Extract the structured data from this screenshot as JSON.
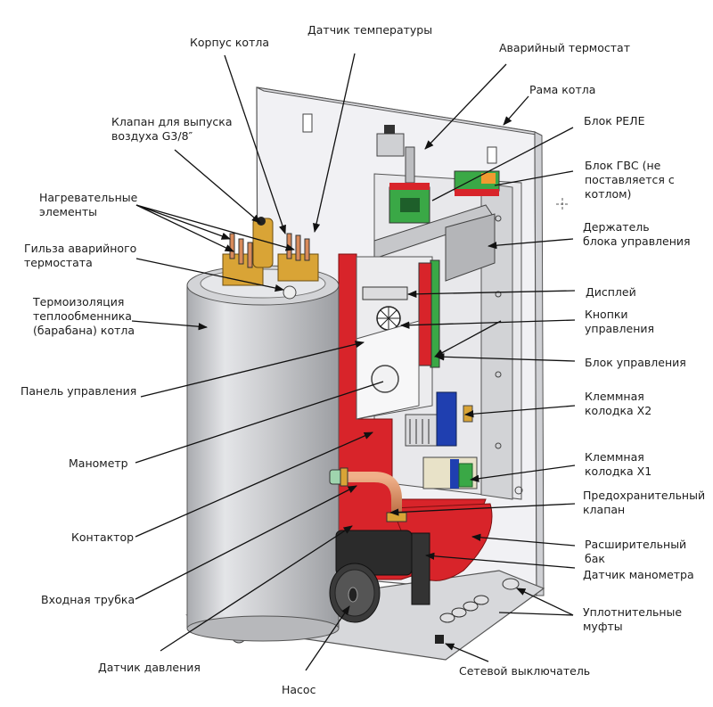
{
  "title": "Устройство электрического котла",
  "labels": {
    "korpus": "Корпус котла",
    "datchik_temp": "Датчик температуры",
    "avar_termostat": "Аварийный термостат",
    "rama": "Рама котла",
    "klapan_vozduha": "Клапан для выпуска\nвоздуха G3/8″",
    "blok_rele": "Блок РЕЛЕ",
    "blok_gvs": "Блок ГВС (не\nпоставляется с\nкотлом)",
    "nagrev_elementy": "Нагревательные\nэлементы",
    "gilza": "Гильза аварийного\nтермостата",
    "derzhatel": "Держатель\nблока управления",
    "termoizolyaciya": "Термоизоляция\nтеплообменника\n(барабана) котла",
    "displey": "Дисплей",
    "knopki": "Кнопки\nуправления",
    "blok_upr": "Блок управления",
    "panel_upr": "Панель управления",
    "klemma_x2": "Клеммная\nколодка Х2",
    "manometr": "Манометр",
    "klemma_x1": "Клеммная\nколодка Х1",
    "predohr_klapan": "Предохранительный\nклапан",
    "kontaktor": "Контактор",
    "rasshir_bak": "Расширительный\n бак",
    "datchik_manometra": "Датчик манометра",
    "vhodnaya_trubka": "Входная трубка",
    "uplotn_mufty": "Уплотнительные\nмуфты",
    "datchik_davleniya": "Датчик давления",
    "setevoy_vykl": "Сетевой выключатель",
    "nasos": "Насос"
  },
  "colors": {
    "frame": "#ececf0",
    "cylinder": "#c8c9cc",
    "red": "#d8242a",
    "green": "#3aa846",
    "brass": "#d9a436",
    "copper": "#d98a5a",
    "pump": "#2b2b2b",
    "blue": "#1f3fb0"
  }
}
